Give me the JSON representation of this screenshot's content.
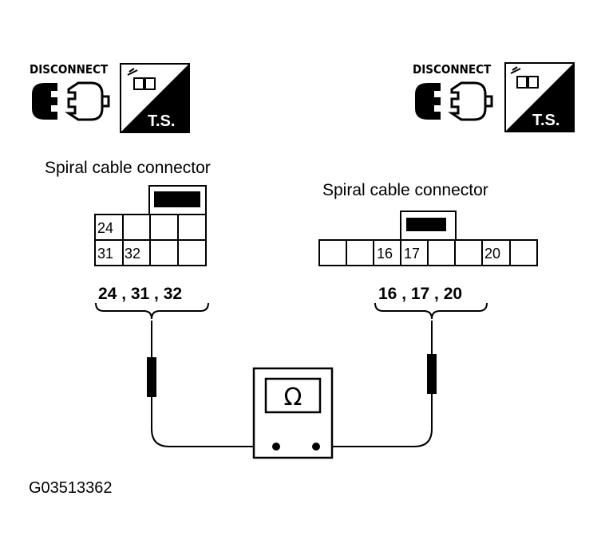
{
  "left_badge": {
    "disconnect_label": "DISCONNECT",
    "ts_label": "T.S."
  },
  "right_badge": {
    "disconnect_label": "DISCONNECT",
    "ts_label": "T.S."
  },
  "left_connector": {
    "title": "Spiral cable connector",
    "pins": {
      "p24": "24",
      "p31": "31",
      "p32": "32"
    },
    "terminals_label": "24 , 31 , 32"
  },
  "right_connector": {
    "title": "Spiral cable connector",
    "pins": {
      "p16": "16",
      "p17": "17",
      "p20": "20"
    },
    "terminals_label": "16 , 17 , 20"
  },
  "meter": {
    "symbol": "Ω"
  },
  "figure_code": "G03513362"
}
